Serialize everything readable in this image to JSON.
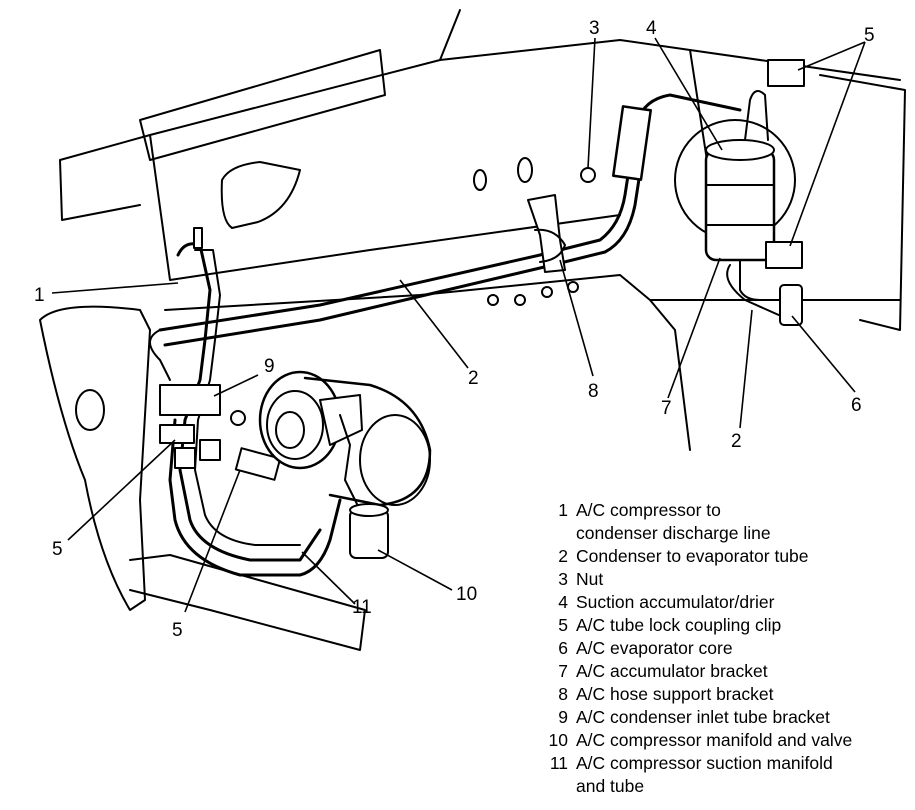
{
  "callouts": {
    "c1": "1",
    "c2a": "2",
    "c2b": "2",
    "c3": "3",
    "c4": "4",
    "c5a": "5",
    "c5b": "5",
    "c5c": "5",
    "c6": "6",
    "c7": "7",
    "c8": "8",
    "c9": "9",
    "c10": "10",
    "c11": "11"
  },
  "legend": [
    {
      "num": "1",
      "line1": "A/C compressor to",
      "line2": "condenser discharge line"
    },
    {
      "num": "2",
      "line1": "Condenser to evaporator tube",
      "line2": ""
    },
    {
      "num": "3",
      "line1": "Nut",
      "line2": ""
    },
    {
      "num": "4",
      "line1": "Suction accumulator/drier",
      "line2": ""
    },
    {
      "num": "5",
      "line1": "A/C tube lock coupling clip",
      "line2": ""
    },
    {
      "num": "6",
      "line1": "A/C evaporator core",
      "line2": ""
    },
    {
      "num": "7",
      "line1": "A/C accumulator bracket",
      "line2": ""
    },
    {
      "num": "8",
      "line1": "A/C hose support bracket",
      "line2": ""
    },
    {
      "num": "9",
      "line1": "A/C condenser inlet tube bracket",
      "line2": ""
    },
    {
      "num": "10",
      "line1": "A/C compressor manifold and valve",
      "line2": ""
    },
    {
      "num": "11",
      "line1": "A/C compressor suction manifold",
      "line2": "and tube"
    }
  ]
}
